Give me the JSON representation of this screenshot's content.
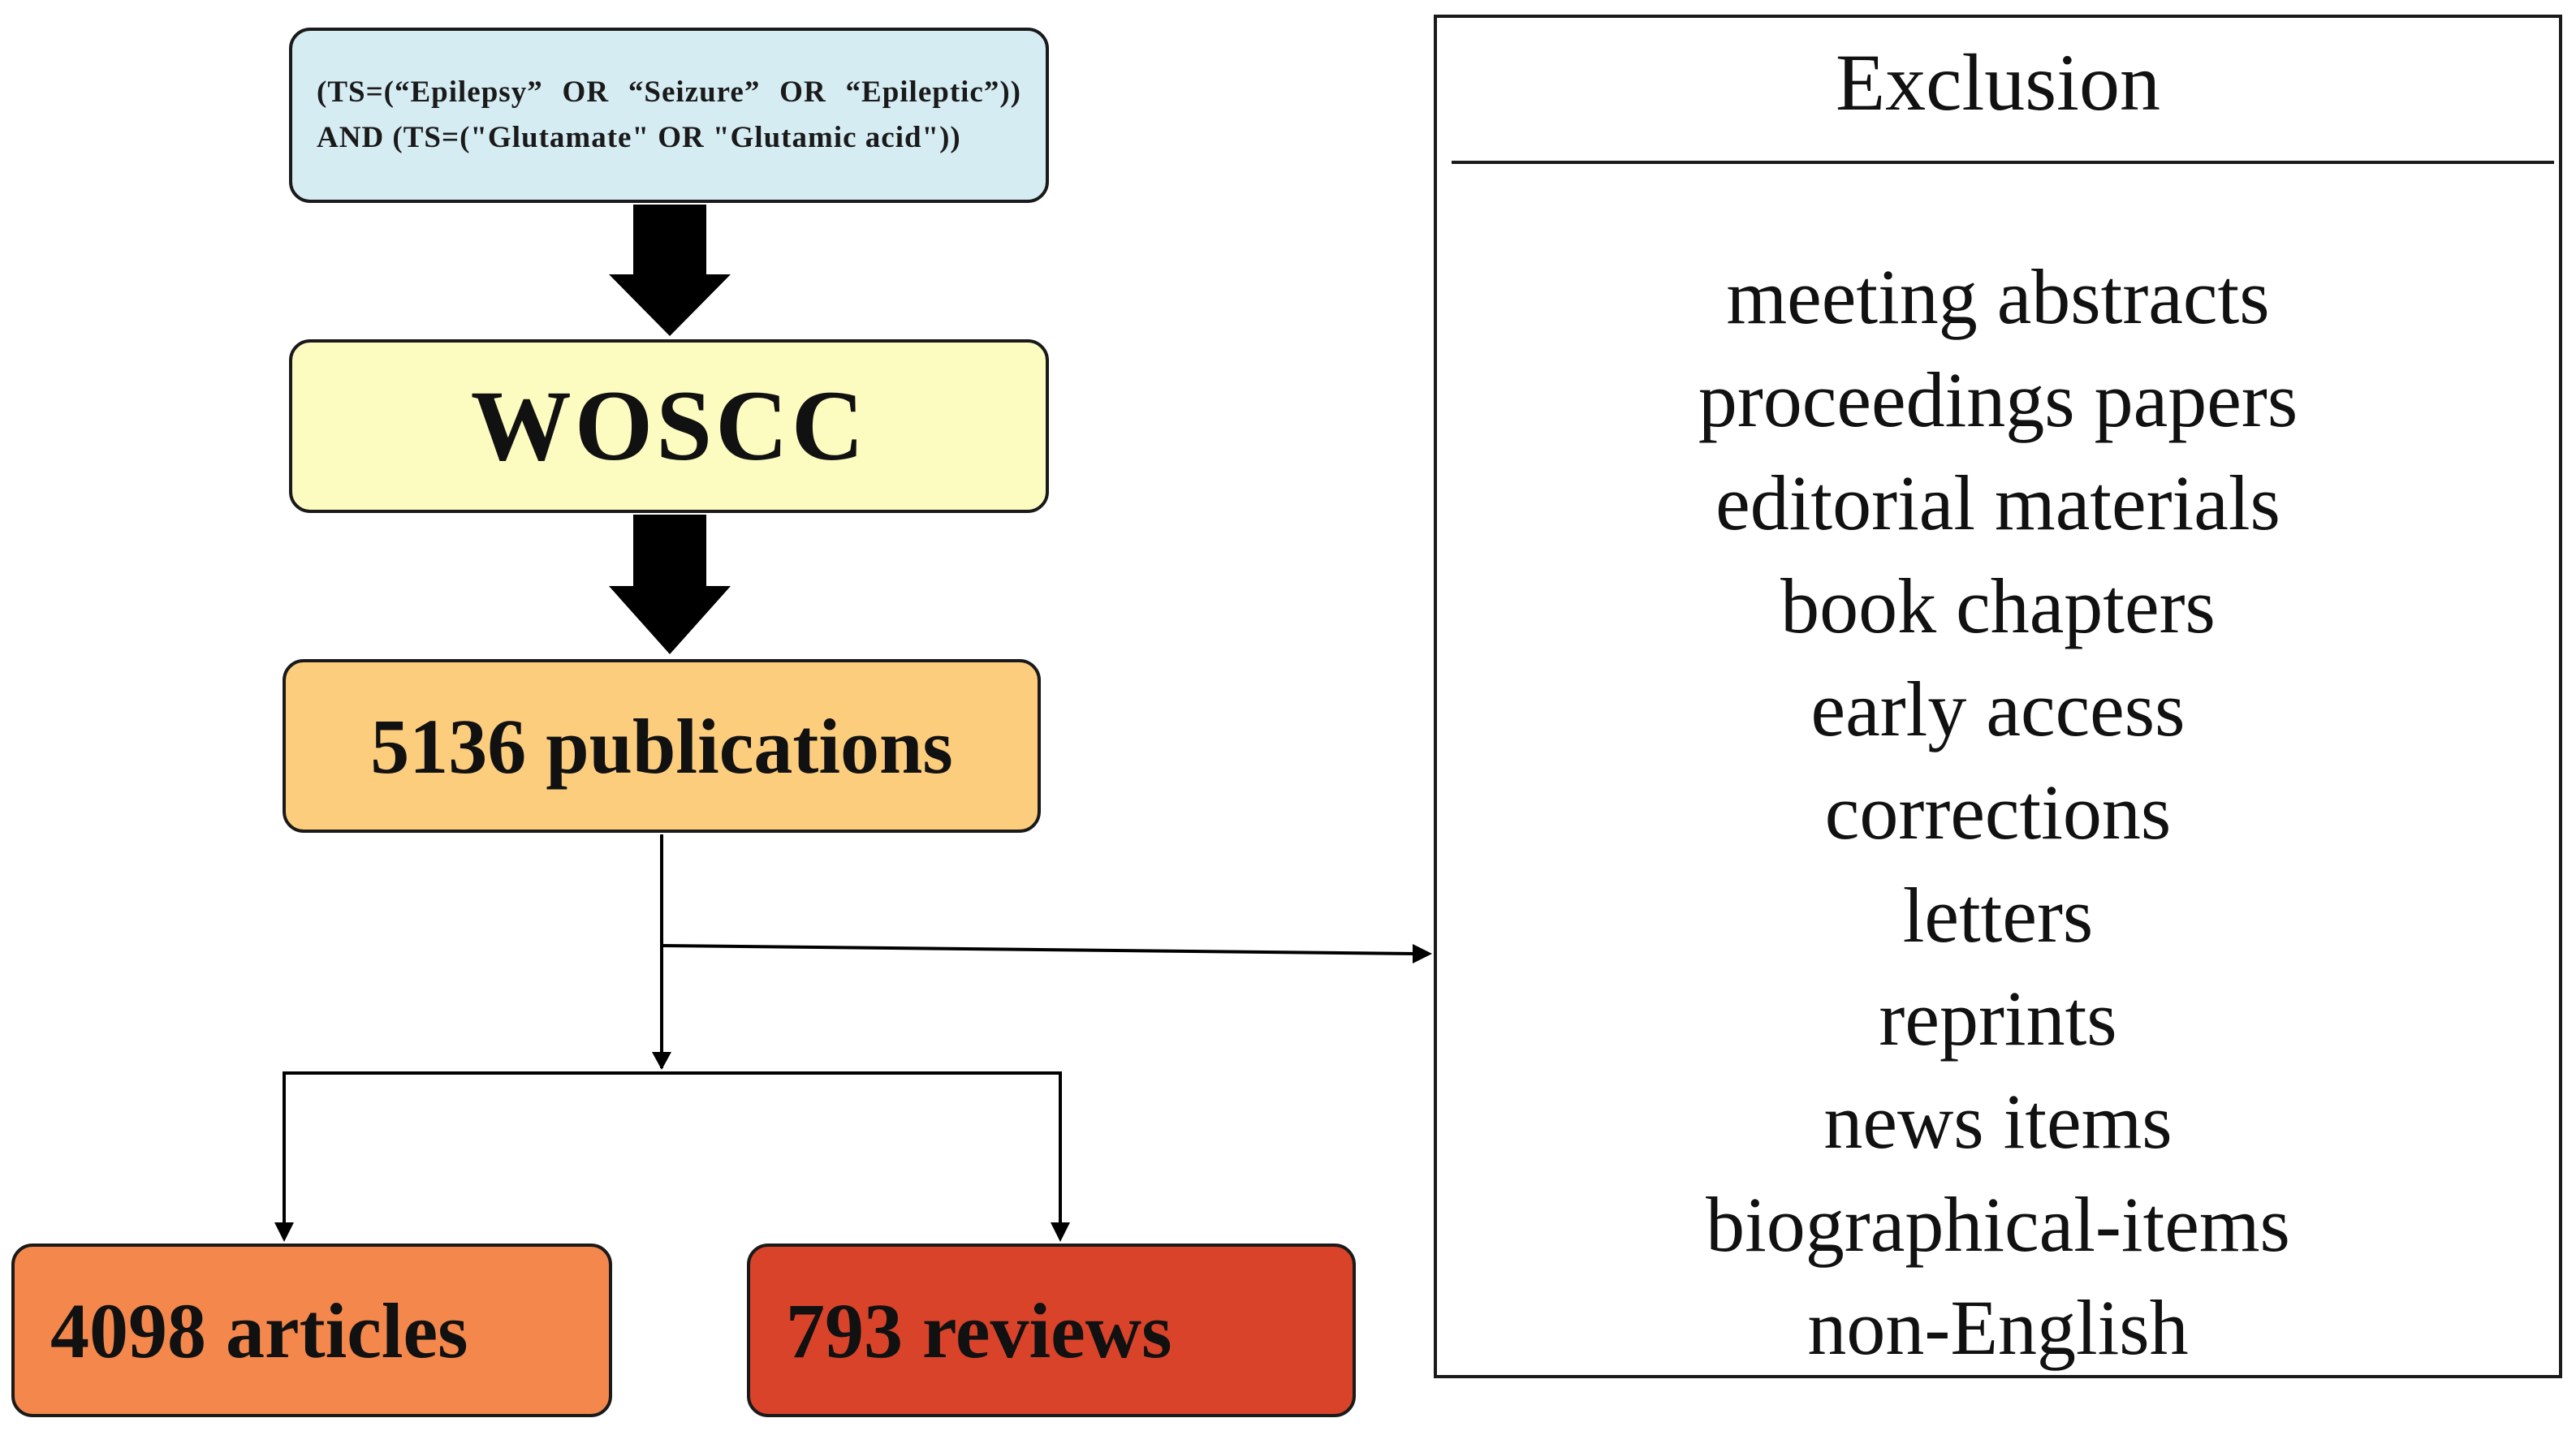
{
  "query": {
    "text": "(TS=(“Epilepsy” OR “Seizure” OR “Epileptic”)) AND (TS=(\"Glutamate\" OR \"Glutamic acid\"))"
  },
  "database": {
    "label": "WOSCC"
  },
  "publications": {
    "label": "5136 publications"
  },
  "articles": {
    "label": "4098 articles"
  },
  "reviews": {
    "label": "793 reviews"
  },
  "exclusion": {
    "title": "Exclusion",
    "items": [
      "meeting abstracts",
      "proceedings papers",
      "editorial materials",
      "book chapters",
      "early access",
      "corrections",
      "letters",
      "reprints",
      "news items",
      "biographical-items",
      "non-English"
    ]
  },
  "colors": {
    "query_fill": "#d6ecf3",
    "database_fill": "#fdfcc0",
    "publications_fill": "#fdcd7e",
    "articles_fill": "#f4874c",
    "reviews_fill": "#d8432a",
    "arrow": "#000000"
  }
}
